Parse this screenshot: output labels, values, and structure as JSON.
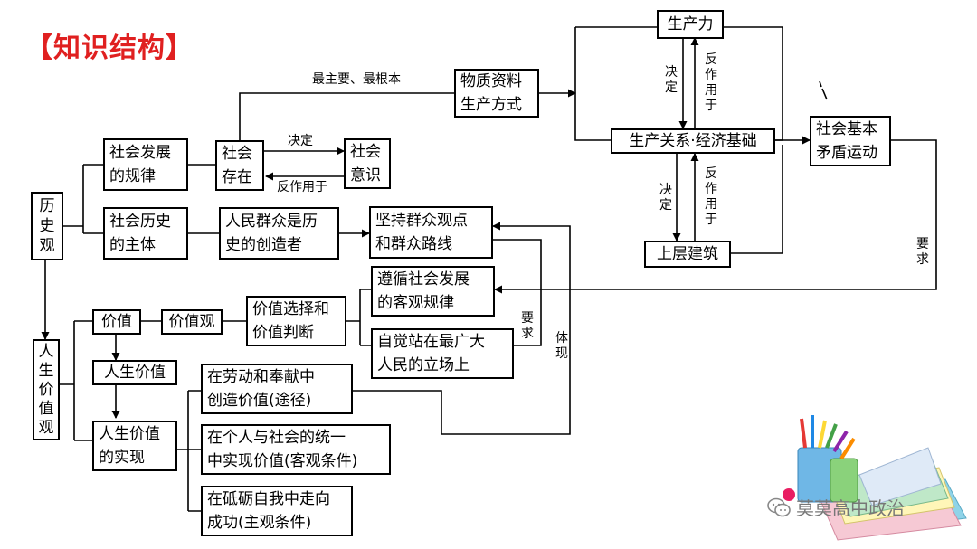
{
  "title": "【知识结构】",
  "boxes": {
    "shengchanli": "生产力",
    "wuzhi": "物质资料\n生产方式",
    "guanxi": "生产关系·经济基础",
    "maodun": "社会基本\n矛盾运动",
    "shangceng": "上层建筑",
    "lishiguan": "历\n史\n观",
    "guilv": "社会发展\n的规律",
    "cunzai": "社会\n存在",
    "yishi": "社会\n意识",
    "zhuti": "社会历史\n的主体",
    "renmin": "人民群众是历\n史的创造者",
    "qunzhong": "坚持群众观点\n和群众路线",
    "zunxun": "遵循社会发展\n的客观规律",
    "zijue": "自觉站在最广大\n人民的立场上",
    "renshengjiazhiguan": "人\n生\n价\n值\n观",
    "jiazhi": "价值",
    "jiazhiguan": "价值观",
    "xuanze": "价值选择和\n价值判断",
    "renshengjiazhi": "人生价值",
    "shixian": "人生价值\n的实现",
    "laodong": "在劳动和奉献中\n创造价值(途径)",
    "geren": "在个人与社会的统一\n中实现价值(客观条件)",
    "dili": "在砥砺自我中走向\n成功(主观条件)"
  },
  "labels": {
    "zuizhuyao": "最主要、最根本",
    "jueding1": "决定",
    "fanzuoyong1": "反作用于",
    "jueding2": "决\n定",
    "fanzuoyong2": "反\n作\n用\n于",
    "jueding3": "决\n定",
    "fanzuoyong3": "反\n作\n用\n于",
    "yaoqiu1": "要\n求",
    "yaoqiu2": "要\n求",
    "tixian": "体\n现"
  },
  "watermark": "莫莫高中政治",
  "colors": {
    "title": "#e02020",
    "line": "#000000"
  }
}
